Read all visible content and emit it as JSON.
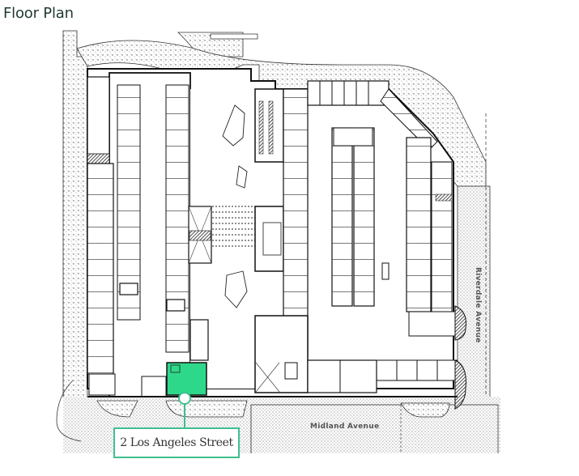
{
  "header": {
    "title": "Floor Plan"
  },
  "plan": {
    "streets": [
      {
        "name": "Riverdale Avenue",
        "orientation": "vertical"
      },
      {
        "name": "Midland Avenue",
        "orientation": "horizontal"
      }
    ],
    "highlighted_unit": {
      "label": "2 Los Angeles Street",
      "color": "#2ed88a"
    },
    "colors": {
      "accent": "#3fbf8f",
      "highlight": "#2ed88a",
      "line": "#111111",
      "title": "#1f3a2e"
    }
  }
}
